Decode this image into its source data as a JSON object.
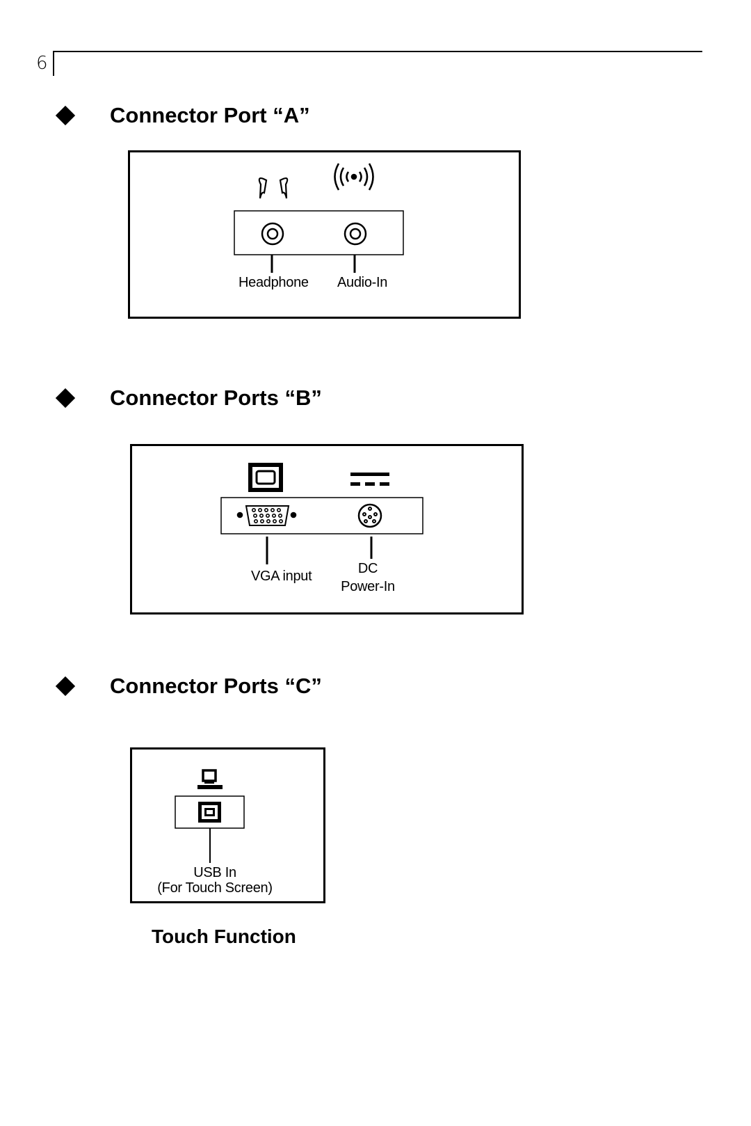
{
  "page_number": "6",
  "sections": [
    {
      "heading": "Connector Port “A”",
      "labels": {
        "headphone": "Headphone",
        "audio_in": "Audio-In"
      },
      "icons": [
        "headphone-icon",
        "audio-in-icon",
        "headphone-jack-icon",
        "audio-jack-icon"
      ]
    },
    {
      "heading": "Connector Ports “B”",
      "labels": {
        "vga": "VGA input",
        "dc": "DC",
        "power_in": "Power-In"
      },
      "icons": [
        "monitor-icon",
        "dc-power-icon",
        "vga-port-icon",
        "dc-jack-icon"
      ]
    },
    {
      "heading": "Connector Ports “C”",
      "labels": {
        "usb": "USB In",
        "touch_screen": "(For Touch Screen)"
      },
      "icons": [
        "computer-icon",
        "usb-b-port-icon"
      ]
    }
  ],
  "touch_caption": "Touch Function"
}
